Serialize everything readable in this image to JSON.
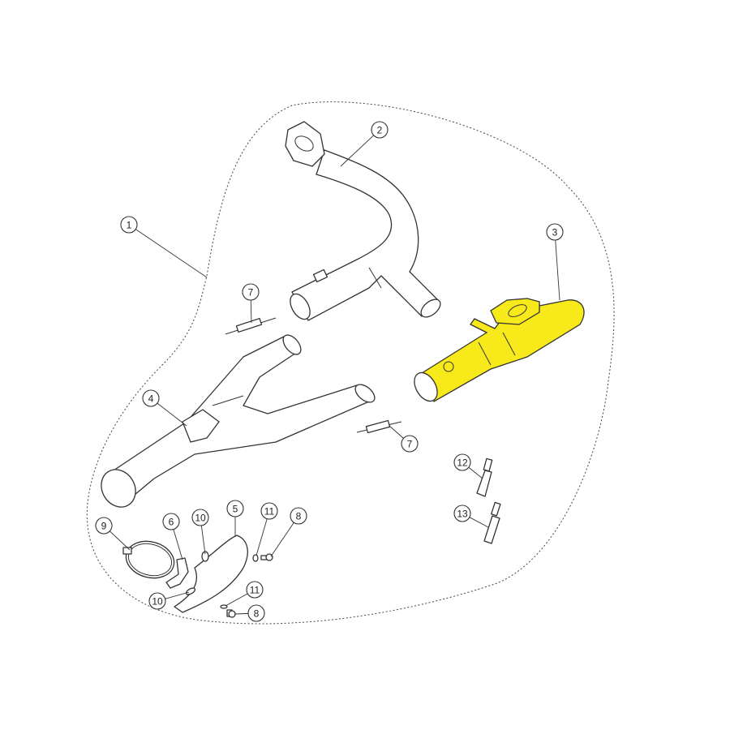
{
  "diagram": {
    "highlight_color": "#f7e91a",
    "highlighted_part": "3",
    "callouts": [
      {
        "label": "1"
      },
      {
        "label": "2"
      },
      {
        "label": "3"
      },
      {
        "label": "4"
      },
      {
        "label": "5"
      },
      {
        "label": "6"
      },
      {
        "label": "7"
      },
      {
        "label": "7"
      },
      {
        "label": "8"
      },
      {
        "label": "8"
      },
      {
        "label": "9"
      },
      {
        "label": "10"
      },
      {
        "label": "10"
      },
      {
        "label": "11"
      },
      {
        "label": "11"
      },
      {
        "label": "12"
      },
      {
        "label": "13"
      }
    ]
  }
}
